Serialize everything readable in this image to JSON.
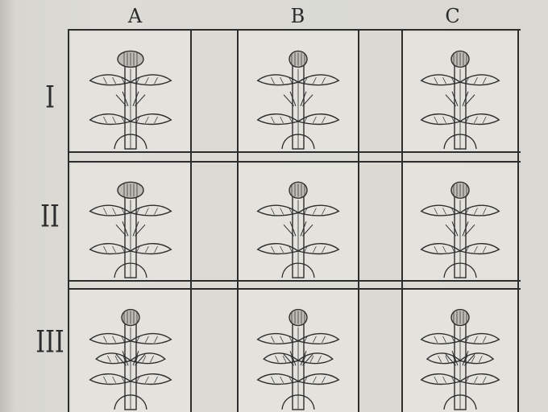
{
  "columns": [
    {
      "label": "A"
    },
    {
      "label": "B"
    },
    {
      "label": "C"
    }
  ],
  "rows": [
    {
      "label": "I"
    },
    {
      "label": "II"
    },
    {
      "label": "III"
    }
  ],
  "colors": {
    "ink": "#2d2d2d",
    "paper": "#e3e2dd"
  }
}
